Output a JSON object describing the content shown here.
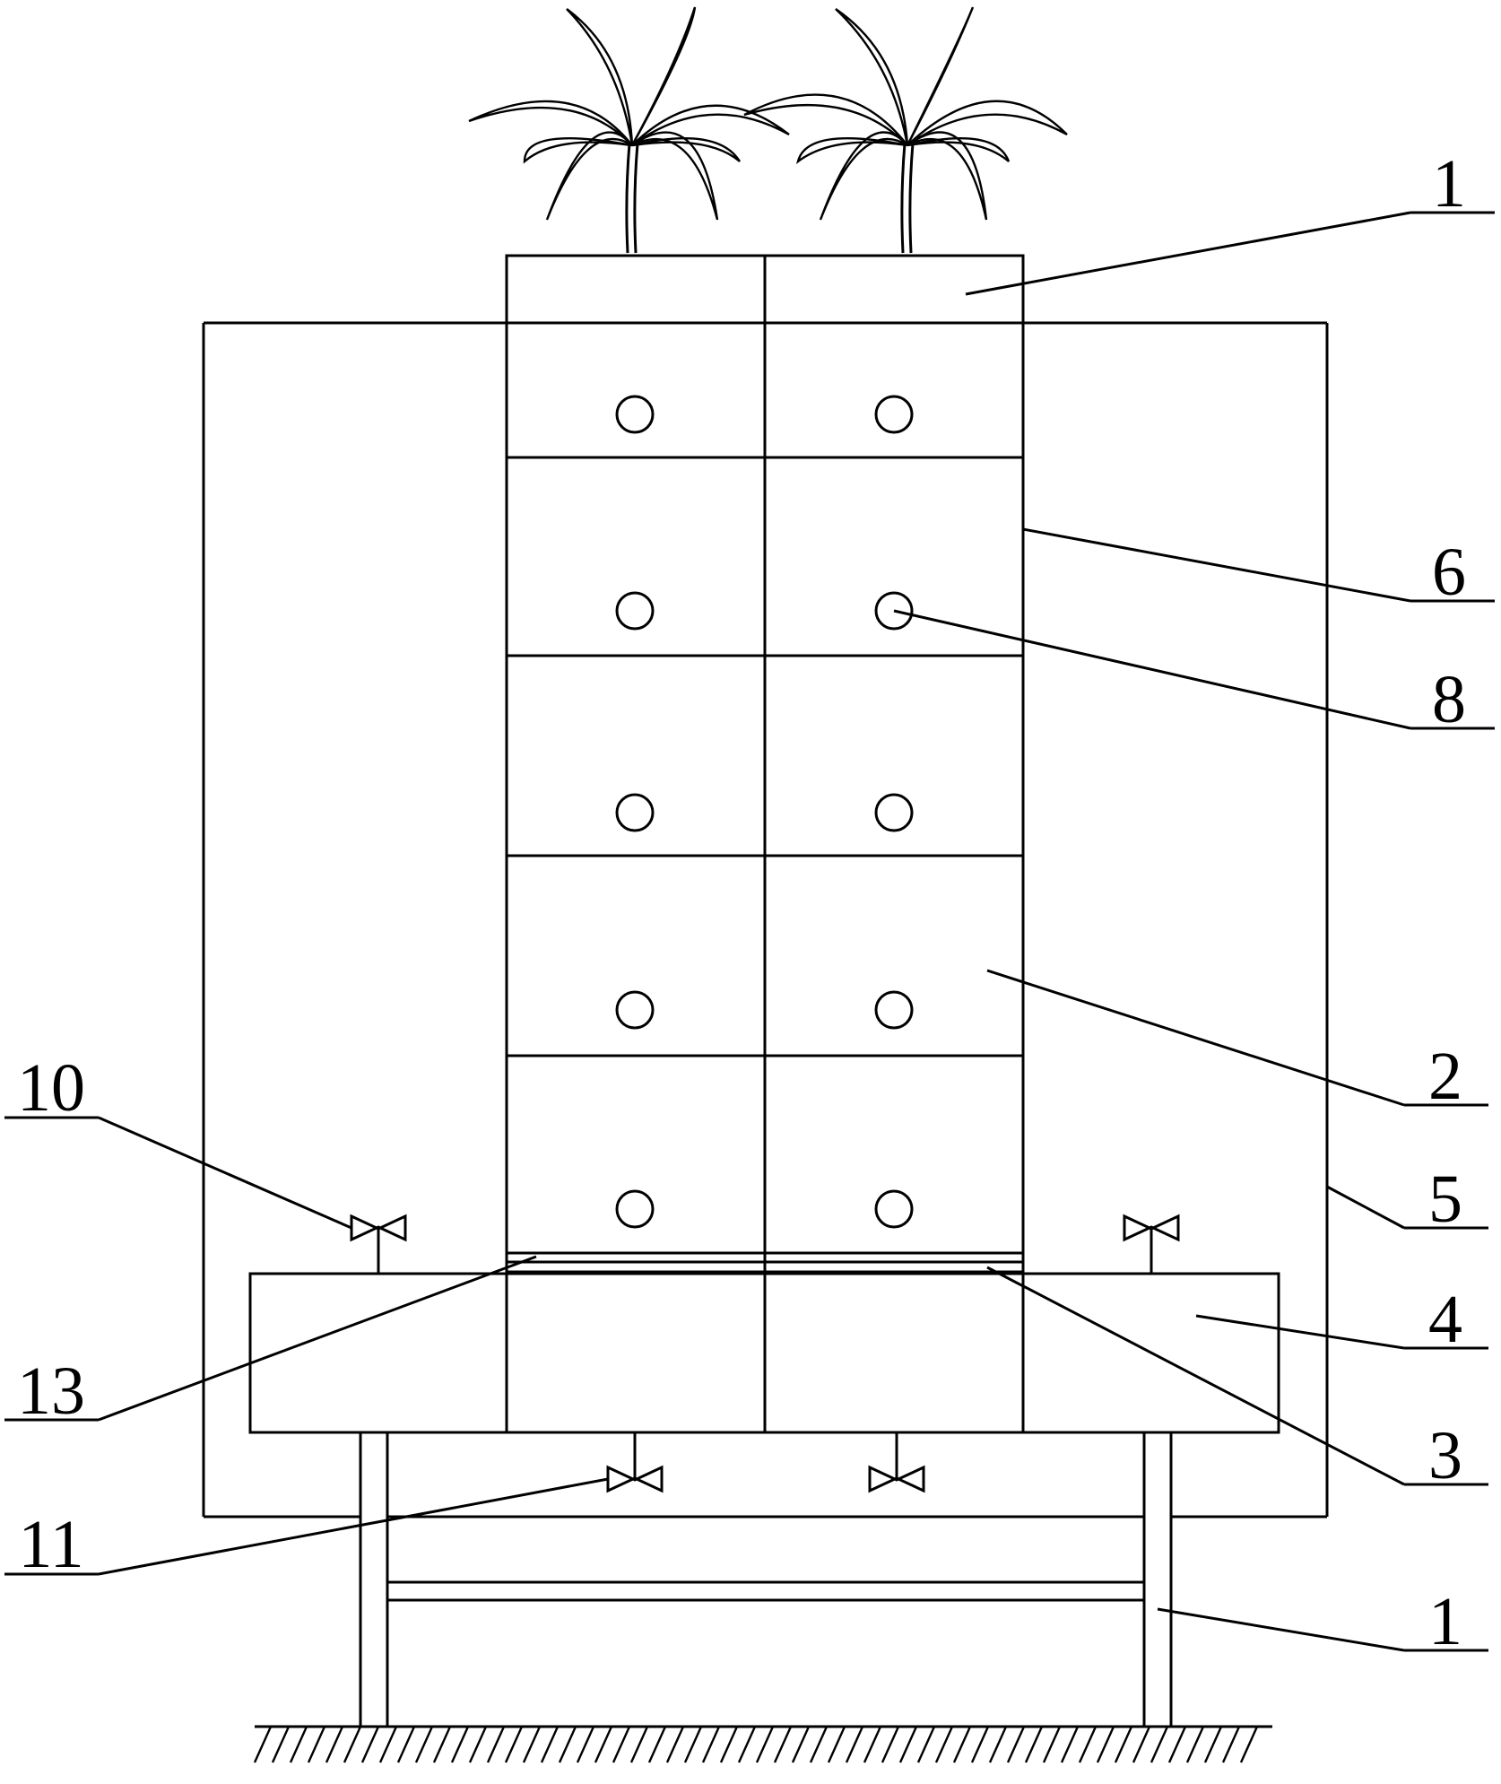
{
  "labels": {
    "l1_top": "1",
    "l6": "6",
    "l8": "8",
    "l2": "2",
    "l10": "10",
    "l5": "5",
    "l4": "4",
    "l13": "13",
    "l3": "3",
    "l11": "11",
    "l1_bottom": "1"
  }
}
